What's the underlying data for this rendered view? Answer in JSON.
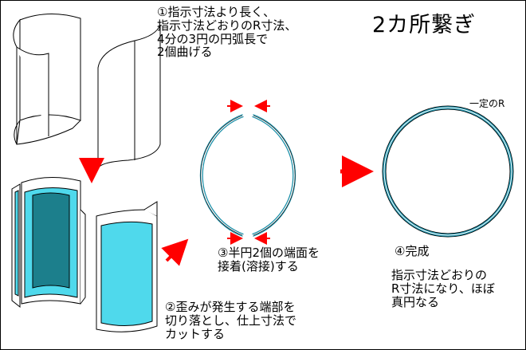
{
  "title": "2カ所繋ぎ",
  "steps": {
    "step1": "①指示寸法より長く、\n指示寸法どおりのR寸法、\n4分の3円の円弧長で\n2個曲げる",
    "step2": "②歪みが発生する端部を\n切り落とし、仕上寸法で\nカットする",
    "step3": "③半円2個の端面を\n接着(溶接)する",
    "step4": "④完成"
  },
  "result_note": "指示寸法どおりの\nR寸法になり、ほぼ\n真円なる",
  "radius_label": "一定のR",
  "colors": {
    "ring": "#1a8fa8",
    "plate_face": "#4fd9ec",
    "plate_inner": "#1c7f8c",
    "arrow": "#ff0000",
    "outline": "#000000"
  }
}
